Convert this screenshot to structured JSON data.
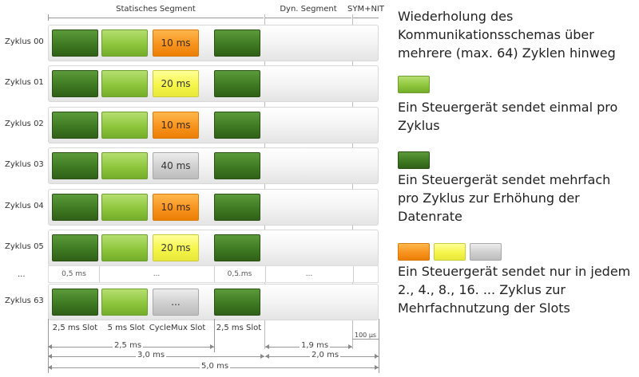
{
  "header": {
    "static_segment": "Statisches Segment",
    "dynamic_segment": "Dyn. Segment",
    "sym_nit": "SYM+NIT"
  },
  "rows": [
    {
      "label": "Zyklus 00",
      "cyclemux": {
        "text": "10 ms",
        "color": "orange"
      }
    },
    {
      "label": "Zyklus 01",
      "cyclemux": {
        "text": "20 ms",
        "color": "yellow"
      }
    },
    {
      "label": "Zyklus 02",
      "cyclemux": {
        "text": "10 ms",
        "color": "orange"
      }
    },
    {
      "label": "Zyklus 03",
      "cyclemux": {
        "text": "40 ms",
        "color": "gray"
      }
    },
    {
      "label": "Zyklus 04",
      "cyclemux": {
        "text": "10 ms",
        "color": "orange"
      }
    },
    {
      "label": "Zyklus 05",
      "cyclemux": {
        "text": "20 ms",
        "color": "yellow"
      }
    },
    {
      "label": "Zyklus 63",
      "cyclemux": {
        "text": "...",
        "color": "gray"
      }
    }
  ],
  "ellipsis_row": {
    "label": "...",
    "cells": [
      "0,5 ms",
      "...",
      "...",
      "0,5 ms",
      "..."
    ]
  },
  "slot_labels": [
    "2,5 ms Slot",
    "5 ms Slot",
    "CycleMux Slot",
    "2,5 ms Slot"
  ],
  "timing": {
    "static_first": "2,5 ms",
    "static_total": "3,0 ms",
    "dynamic_part": "1,9 ms",
    "dynamic_total": "2,0 ms",
    "symnit": "100 µs",
    "cycle_total": "5,0 ms"
  },
  "legend": {
    "intro": "Wiederholung des Kommunikationsschemas über mehrere (max. 64) Zyklen hinweg",
    "single": "Ein Steuergerät sendet einmal pro Zyklus",
    "multi": "Ein Steuergerät sendet mehrfach pro Zyklus zur Erhöhung der Datenrate",
    "cyclemux": "Ein Steuergerät sendet nur in jedem 2., 4., 8., 16. ... Zyklus zur Mehrfachnutzung der Slots"
  },
  "colors": {
    "dark_green": "#3f7a22",
    "light_green": "#8ec63d",
    "orange": "#f7931e",
    "yellow": "#f5f54a",
    "gray": "#cfcfcf"
  }
}
